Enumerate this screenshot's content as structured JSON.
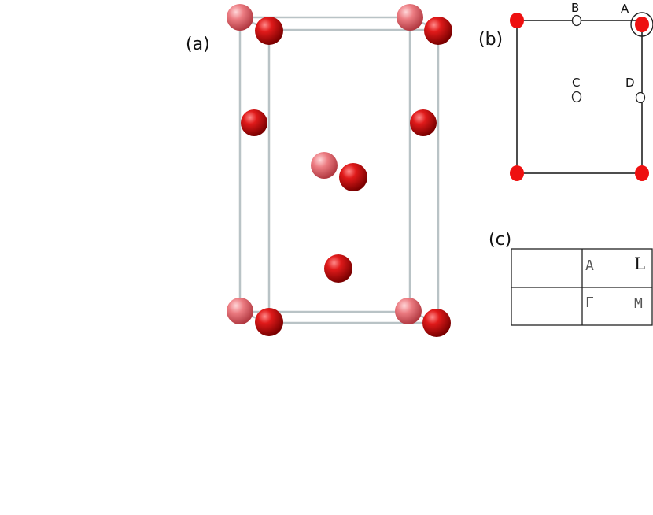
{
  "panels": {
    "a": {
      "label": "(a)"
    },
    "b": {
      "label": "(b)",
      "sites": {
        "A": "A",
        "B": "B",
        "C": "C",
        "D": "D"
      }
    },
    "c": {
      "label": "(c)",
      "cells": {
        "A": "A",
        "L": "L",
        "Gamma": "Γ",
        "M": "M"
      }
    }
  },
  "colors": {
    "atom_dark": "#d40f0f",
    "atom_light": "#e86a70",
    "frame": "#b9c3c6",
    "site_marker": "#ee1010",
    "line": "#222222"
  }
}
